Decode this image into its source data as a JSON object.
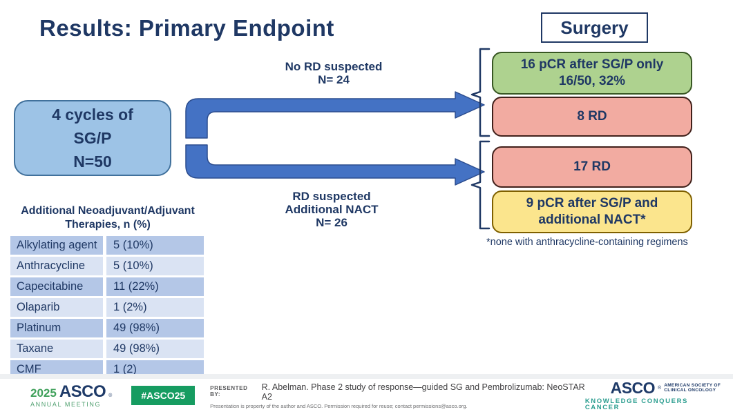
{
  "title": "Results: Primary Endpoint",
  "surgery_label": "Surgery",
  "flow": {
    "source_box": {
      "line1": "4 cycles of",
      "line2": "SG/P",
      "line3": "N=50"
    },
    "top_path": {
      "line1": "No RD suspected",
      "line2": "N= 24"
    },
    "bottom_path": {
      "line1": "RD suspected",
      "line2": "Additional NACT",
      "line3": "N= 26"
    },
    "outcomes": [
      {
        "label": "16 pCR after SG/P only",
        "sub": "16/50, 32%"
      },
      {
        "label": "8 RD"
      },
      {
        "label": "17 RD"
      },
      {
        "label": "9 pCR after SG/P and",
        "sub": "additional NACT*"
      }
    ],
    "footnote": "*none with anthracycline-containing regimens"
  },
  "table": {
    "title_line1": "Additional Neoadjuvant/Adjuvant",
    "title_line2": "Therapies, n (%)",
    "rows": [
      {
        "therapy": "Alkylating agent",
        "value": "5 (10%)"
      },
      {
        "therapy": "Anthracycline",
        "value": "5 (10%)"
      },
      {
        "therapy": "Capecitabine",
        "value": "11 (22%)"
      },
      {
        "therapy": "Olaparib",
        "value": "1 (2%)"
      },
      {
        "therapy": "Platinum",
        "value": "49 (98%)"
      },
      {
        "therapy": "Taxane",
        "value": "49 (98%)"
      },
      {
        "therapy": "CMF",
        "value": "1 (2)"
      }
    ]
  },
  "footer": {
    "meeting_year": "2025",
    "meeting_org": "ASCO",
    "meeting_reg": "®",
    "meeting_sub": "ANNUAL MEETING",
    "hashtag": "#ASCO25",
    "presented_label": "PRESENTED BY:",
    "presented_name": "R. Abelman. Phase 2 study of response—guided SG and Pembrolizumab: NeoSTAR A2",
    "permission": "Presentation is property of the author and ASCO. Permission required for reuse; contact permissions@asco.org.",
    "logo_org": "ASCO",
    "logo_reg": "®",
    "logo_org_line1": "AMERICAN SOCIETY OF",
    "logo_org_line2": "CLINICAL ONCOLOGY",
    "logo_tagline": "KNOWLEDGE CONQUERS CANCER"
  },
  "colors": {
    "navy_text": "#1f3864",
    "arrow_blue": "#4472c4",
    "source_box_fill": "#9dc3e6",
    "green_fill": "#aed28f",
    "pink_fill": "#f2aba1",
    "yellow_fill": "#fbe58d",
    "table_row_dark": "#b4c7e7",
    "table_row_light": "#dae3f3",
    "badge_green": "#169c61",
    "tagline_teal": "#2a9d8f"
  }
}
